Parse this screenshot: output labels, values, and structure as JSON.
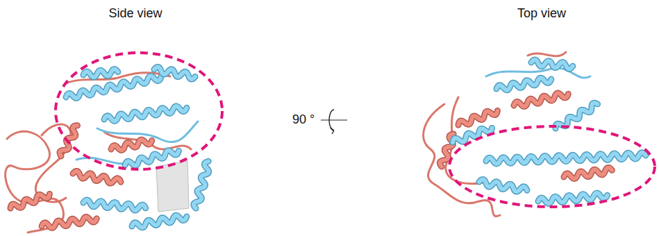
{
  "diagram": {
    "labels": [
      "Side view",
      "90 °",
      "Top view"
    ]
  }
}
